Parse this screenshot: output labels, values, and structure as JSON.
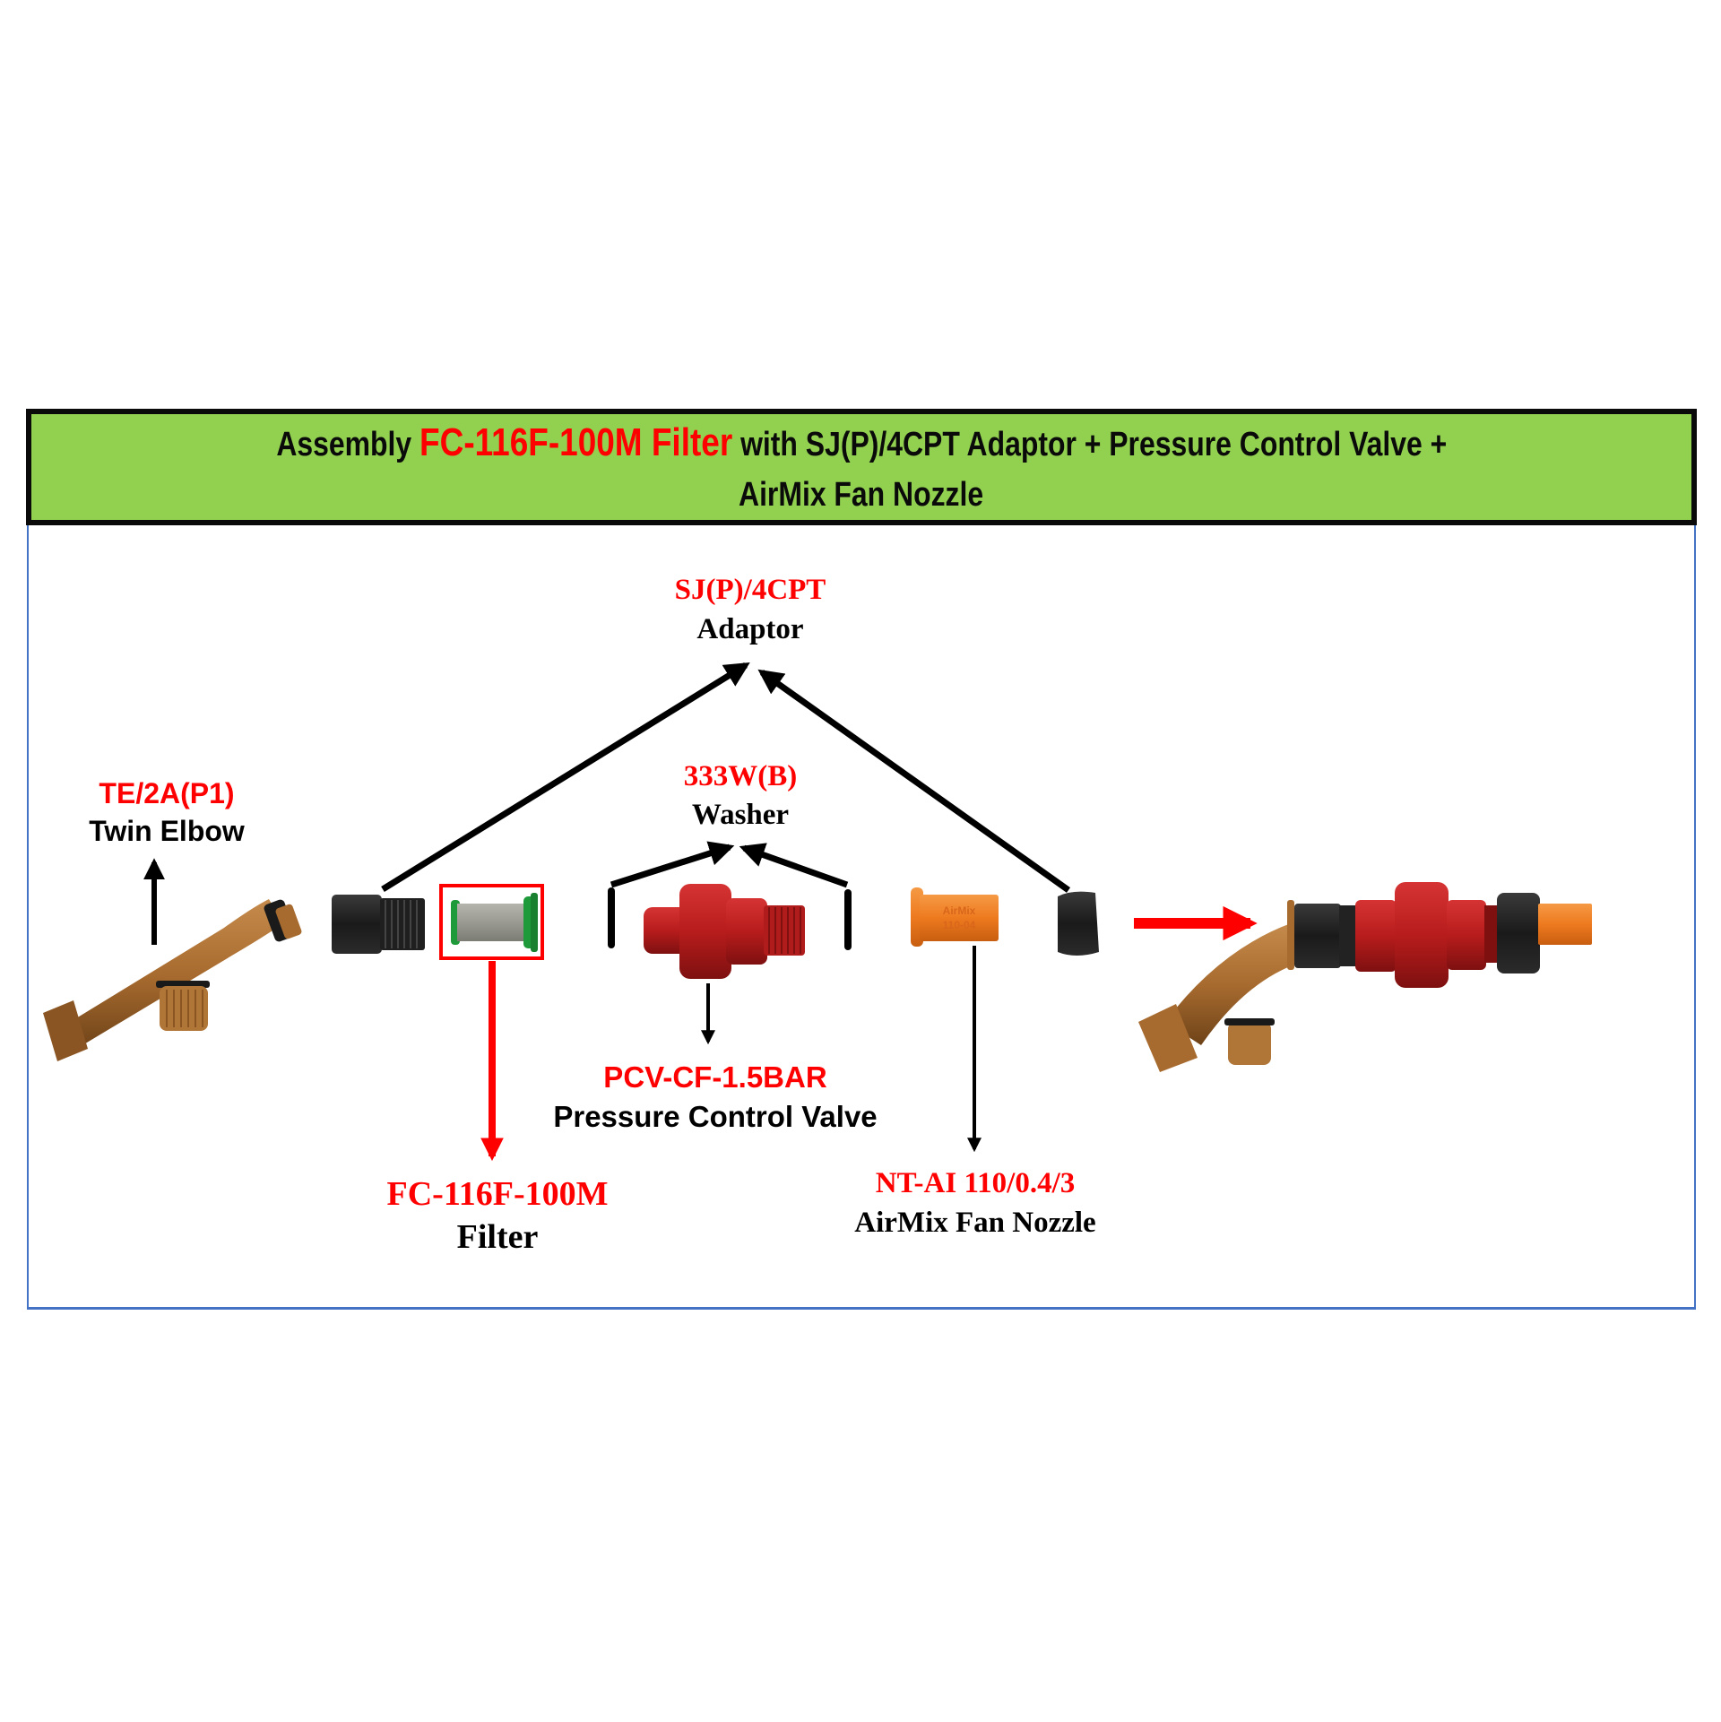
{
  "title": {
    "prefix": "Assembly ",
    "highlight": "FC-116F-100M Filter",
    "suffix": " with SJ(P)/4CPT Adaptor + Pressure Control Valve +",
    "line2": "AirMix Fan Nozzle"
  },
  "colors": {
    "banner_bg": "#92d050",
    "highlight": "#ff0000",
    "frame": "#4472c4",
    "twin_elbow": "#a86b2f",
    "adaptor": "#2b2b2b",
    "filter_mesh": "#9a9a92",
    "filter_cap": "#1f9a3a",
    "valve": "#b81c1c",
    "nozzle": "#ee7a1f"
  },
  "parts": {
    "twin_elbow": {
      "code": "TE/2A(P1)",
      "name": "Twin Elbow"
    },
    "adaptor": {
      "code": "SJ(P)/4CPT",
      "name": "Adaptor"
    },
    "washer": {
      "code": "333W(B)",
      "name": "Washer"
    },
    "valve": {
      "code": "PCV-CF-1.5BAR",
      "name": "Pressure Control Valve"
    },
    "filter": {
      "code": "FC-116F-100M",
      "name": "Filter"
    },
    "nozzle": {
      "code": "NT-AI 110/0.4/3",
      "name": "AirMix Fan Nozzle"
    }
  },
  "nozzle_imprint": [
    "AirMix",
    "110-04"
  ]
}
